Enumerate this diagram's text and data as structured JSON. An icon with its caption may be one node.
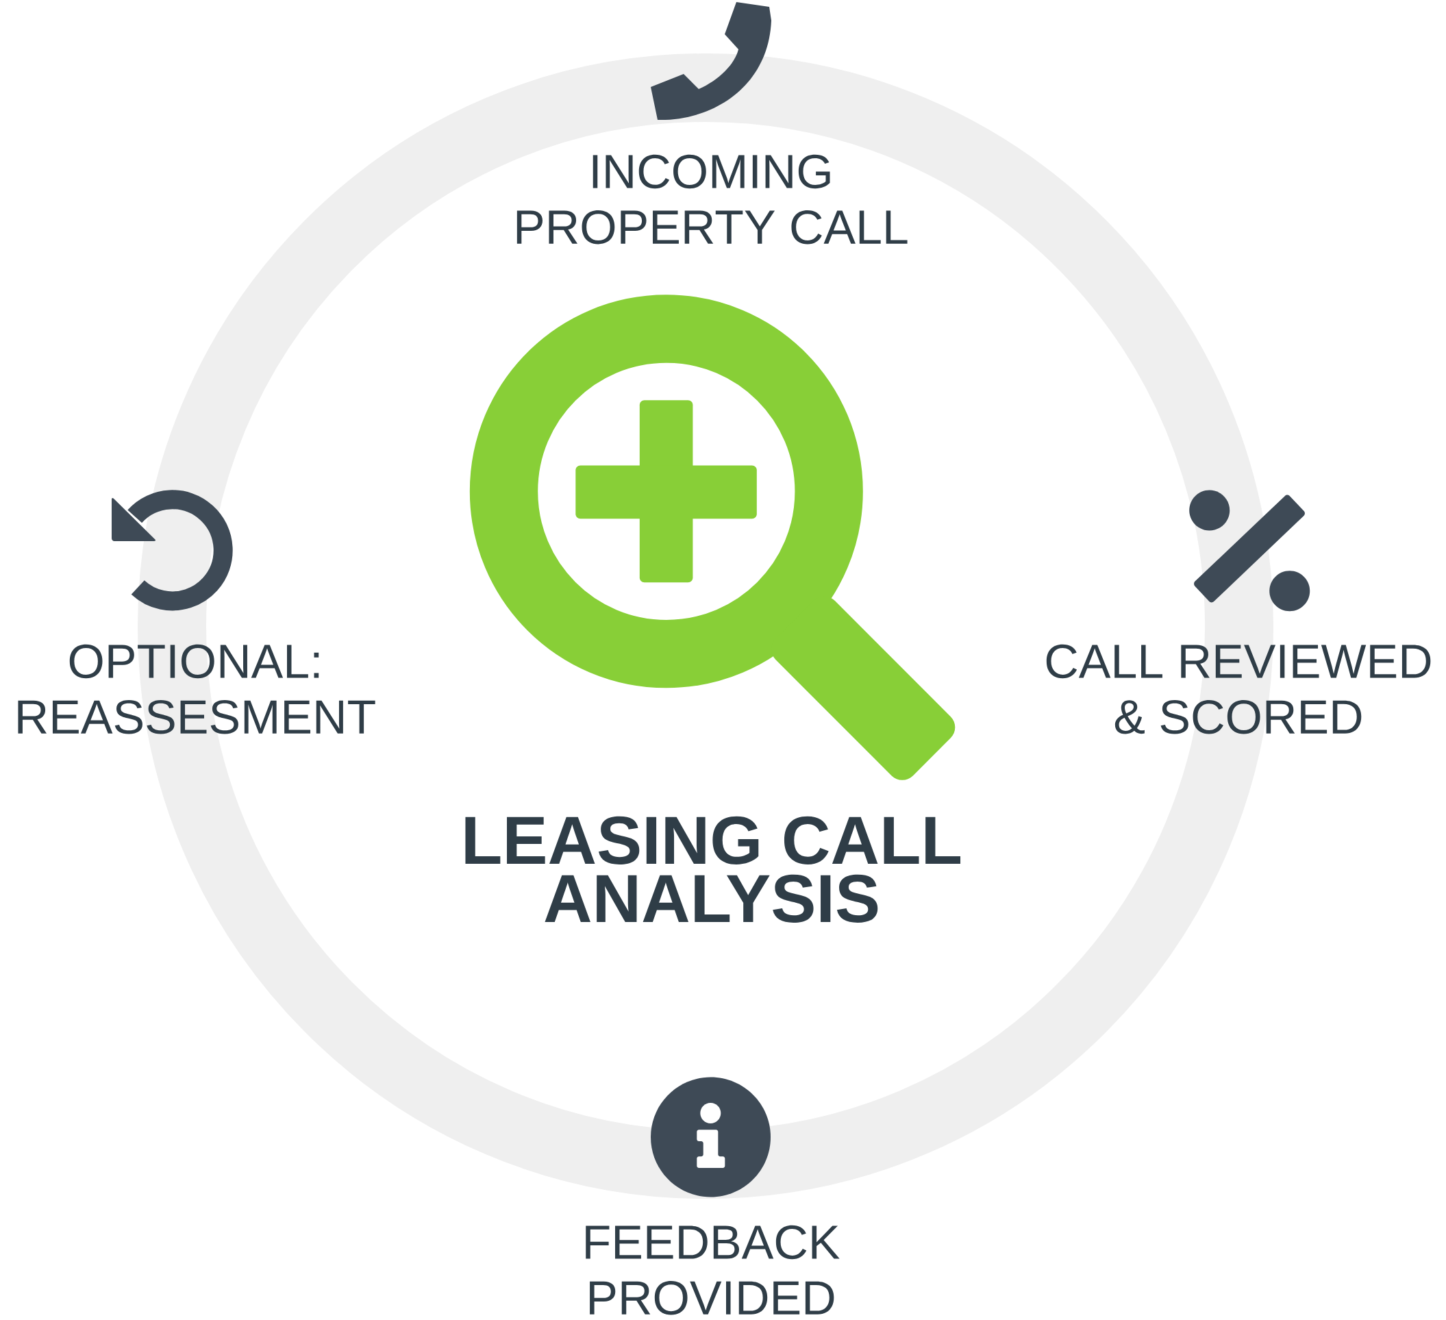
{
  "diagram": {
    "title": "LEASING CALL ANALYSIS",
    "labels": [
      "INCOMING PROPERTY CALL",
      "OPTIONAL: REASSESMENT",
      "CALL REVIEWED & SCORED",
      "FEEDBACK PROVIDED"
    ]
  }
}
